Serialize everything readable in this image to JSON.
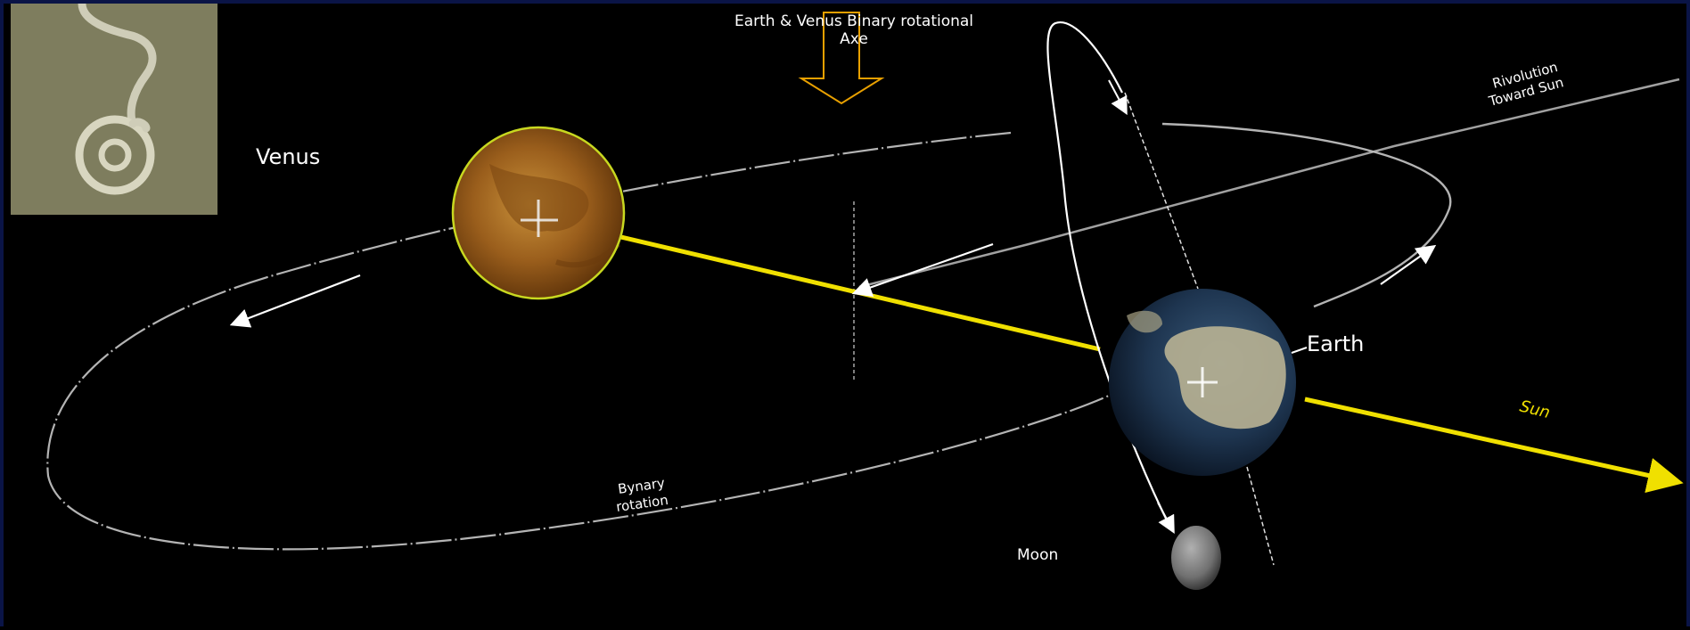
{
  "title": {
    "line1": "Earth & Venus Binary rotational",
    "line2": "Axe"
  },
  "labels": {
    "venus": "Venus",
    "earth": "Earth",
    "moon": "Moon",
    "sun": "Sun",
    "binary_line1": "Bynary",
    "binary_line2": "rotation",
    "revolution_line1": "Rivolution",
    "revolution_line2": "Toward Sun"
  },
  "colors": {
    "background": "#000000",
    "sun_ray": "#f0e000",
    "axis_arrow": "#e8a000",
    "label": "#ffffff",
    "sun_label": "#f0e000",
    "orbit": "#c8c8c8"
  },
  "icons": {
    "inset": "spiral-symbol-icon"
  }
}
